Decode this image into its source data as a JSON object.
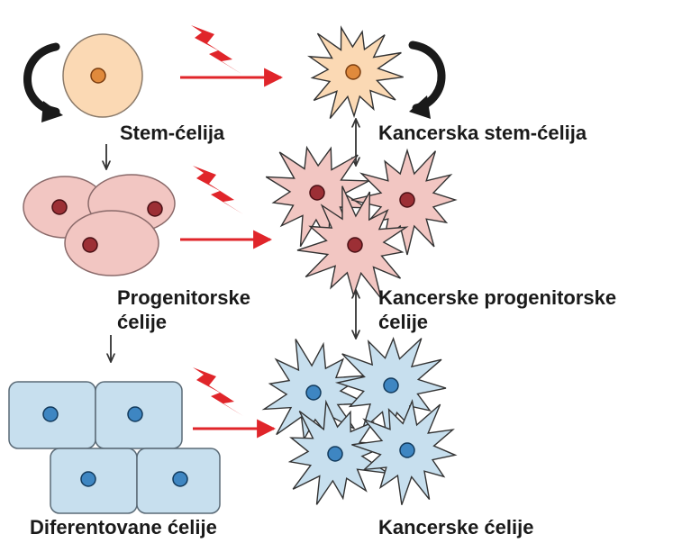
{
  "labels": {
    "stem": "Stem-ćelija",
    "cancer_stem": "Kancerska stem-ćelija",
    "progenitor_l1": "Progenitorske",
    "progenitor_l2": "ćelije",
    "cancer_progenitor_l1": "Kancerske progenitorske",
    "cancer_progenitor_l2": "ćelije",
    "differentiated": "Diferentovane ćelije",
    "cancer": "Kancerske ćelije"
  },
  "colors": {
    "stem_fill": "#fbd9b4",
    "stem_nucleus": "#e08a3c",
    "progenitor_fill": "#f2c6c2",
    "progenitor_nucleus": "#9c2f35",
    "differentiated_fill": "#c7dfee",
    "differentiated_nucleus": "#3e86c2",
    "mutation_arrow": "#e0252a",
    "transformation_arrow": "#e0252a",
    "outline": "#555555"
  },
  "icons": {
    "self_renewal": "curved-arrow-icon",
    "mutation": "lightning-bolt-icon"
  }
}
